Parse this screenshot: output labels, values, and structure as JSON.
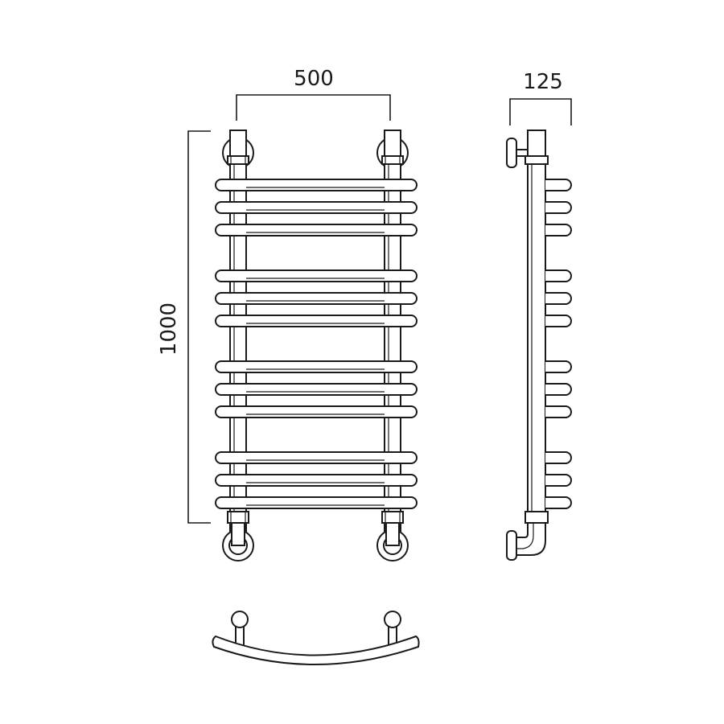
{
  "dimensions": {
    "width_label": "500",
    "depth_label": "125",
    "height_label": "1000"
  },
  "rail": {
    "bar_groups": 4,
    "bars_per_group": 3
  },
  "colors": {
    "stroke": "#1a1a1a",
    "fill": "#ffffff"
  }
}
